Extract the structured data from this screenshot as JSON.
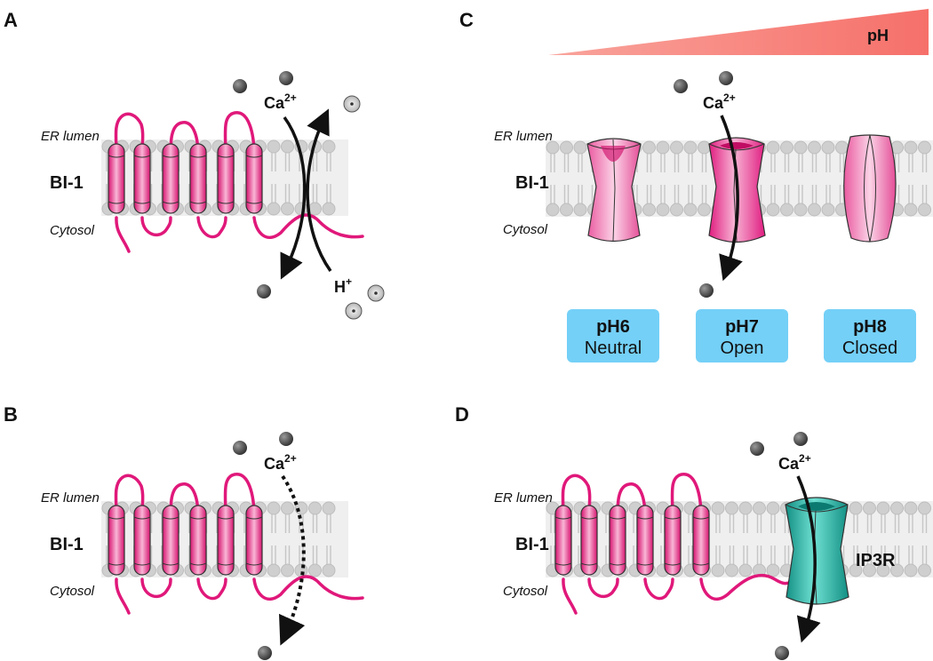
{
  "panels": {
    "A": {
      "letter": "A",
      "ion_top": "Ca",
      "ion_sup": "2+",
      "ion_bottom": "H",
      "ion_bottom_sup": "+"
    },
    "B": {
      "letter": "B",
      "ion_top": "Ca",
      "ion_sup": "2+"
    },
    "C": {
      "letter": "C",
      "gradient_label": "pH",
      "ion_top": "Ca",
      "ion_sup": "2+",
      "states": [
        {
          "title": "pH6",
          "sub": "Neutral"
        },
        {
          "title": "pH7",
          "sub": "Open"
        },
        {
          "title": "pH8",
          "sub": "Closed"
        }
      ]
    },
    "D": {
      "letter": "D",
      "ion_top": "Ca",
      "ion_sup": "2+",
      "channel_label": "IP3R"
    }
  },
  "labels": {
    "protein": "BI-1",
    "lumen": "ER lumen",
    "cytosol": "Cytosol"
  },
  "colors": {
    "bi1": "#e0187a",
    "ip3r": "#1aa597",
    "state_box": "#74d0f7",
    "gradient": "#f77a72",
    "membrane": "#c9c9c9"
  }
}
